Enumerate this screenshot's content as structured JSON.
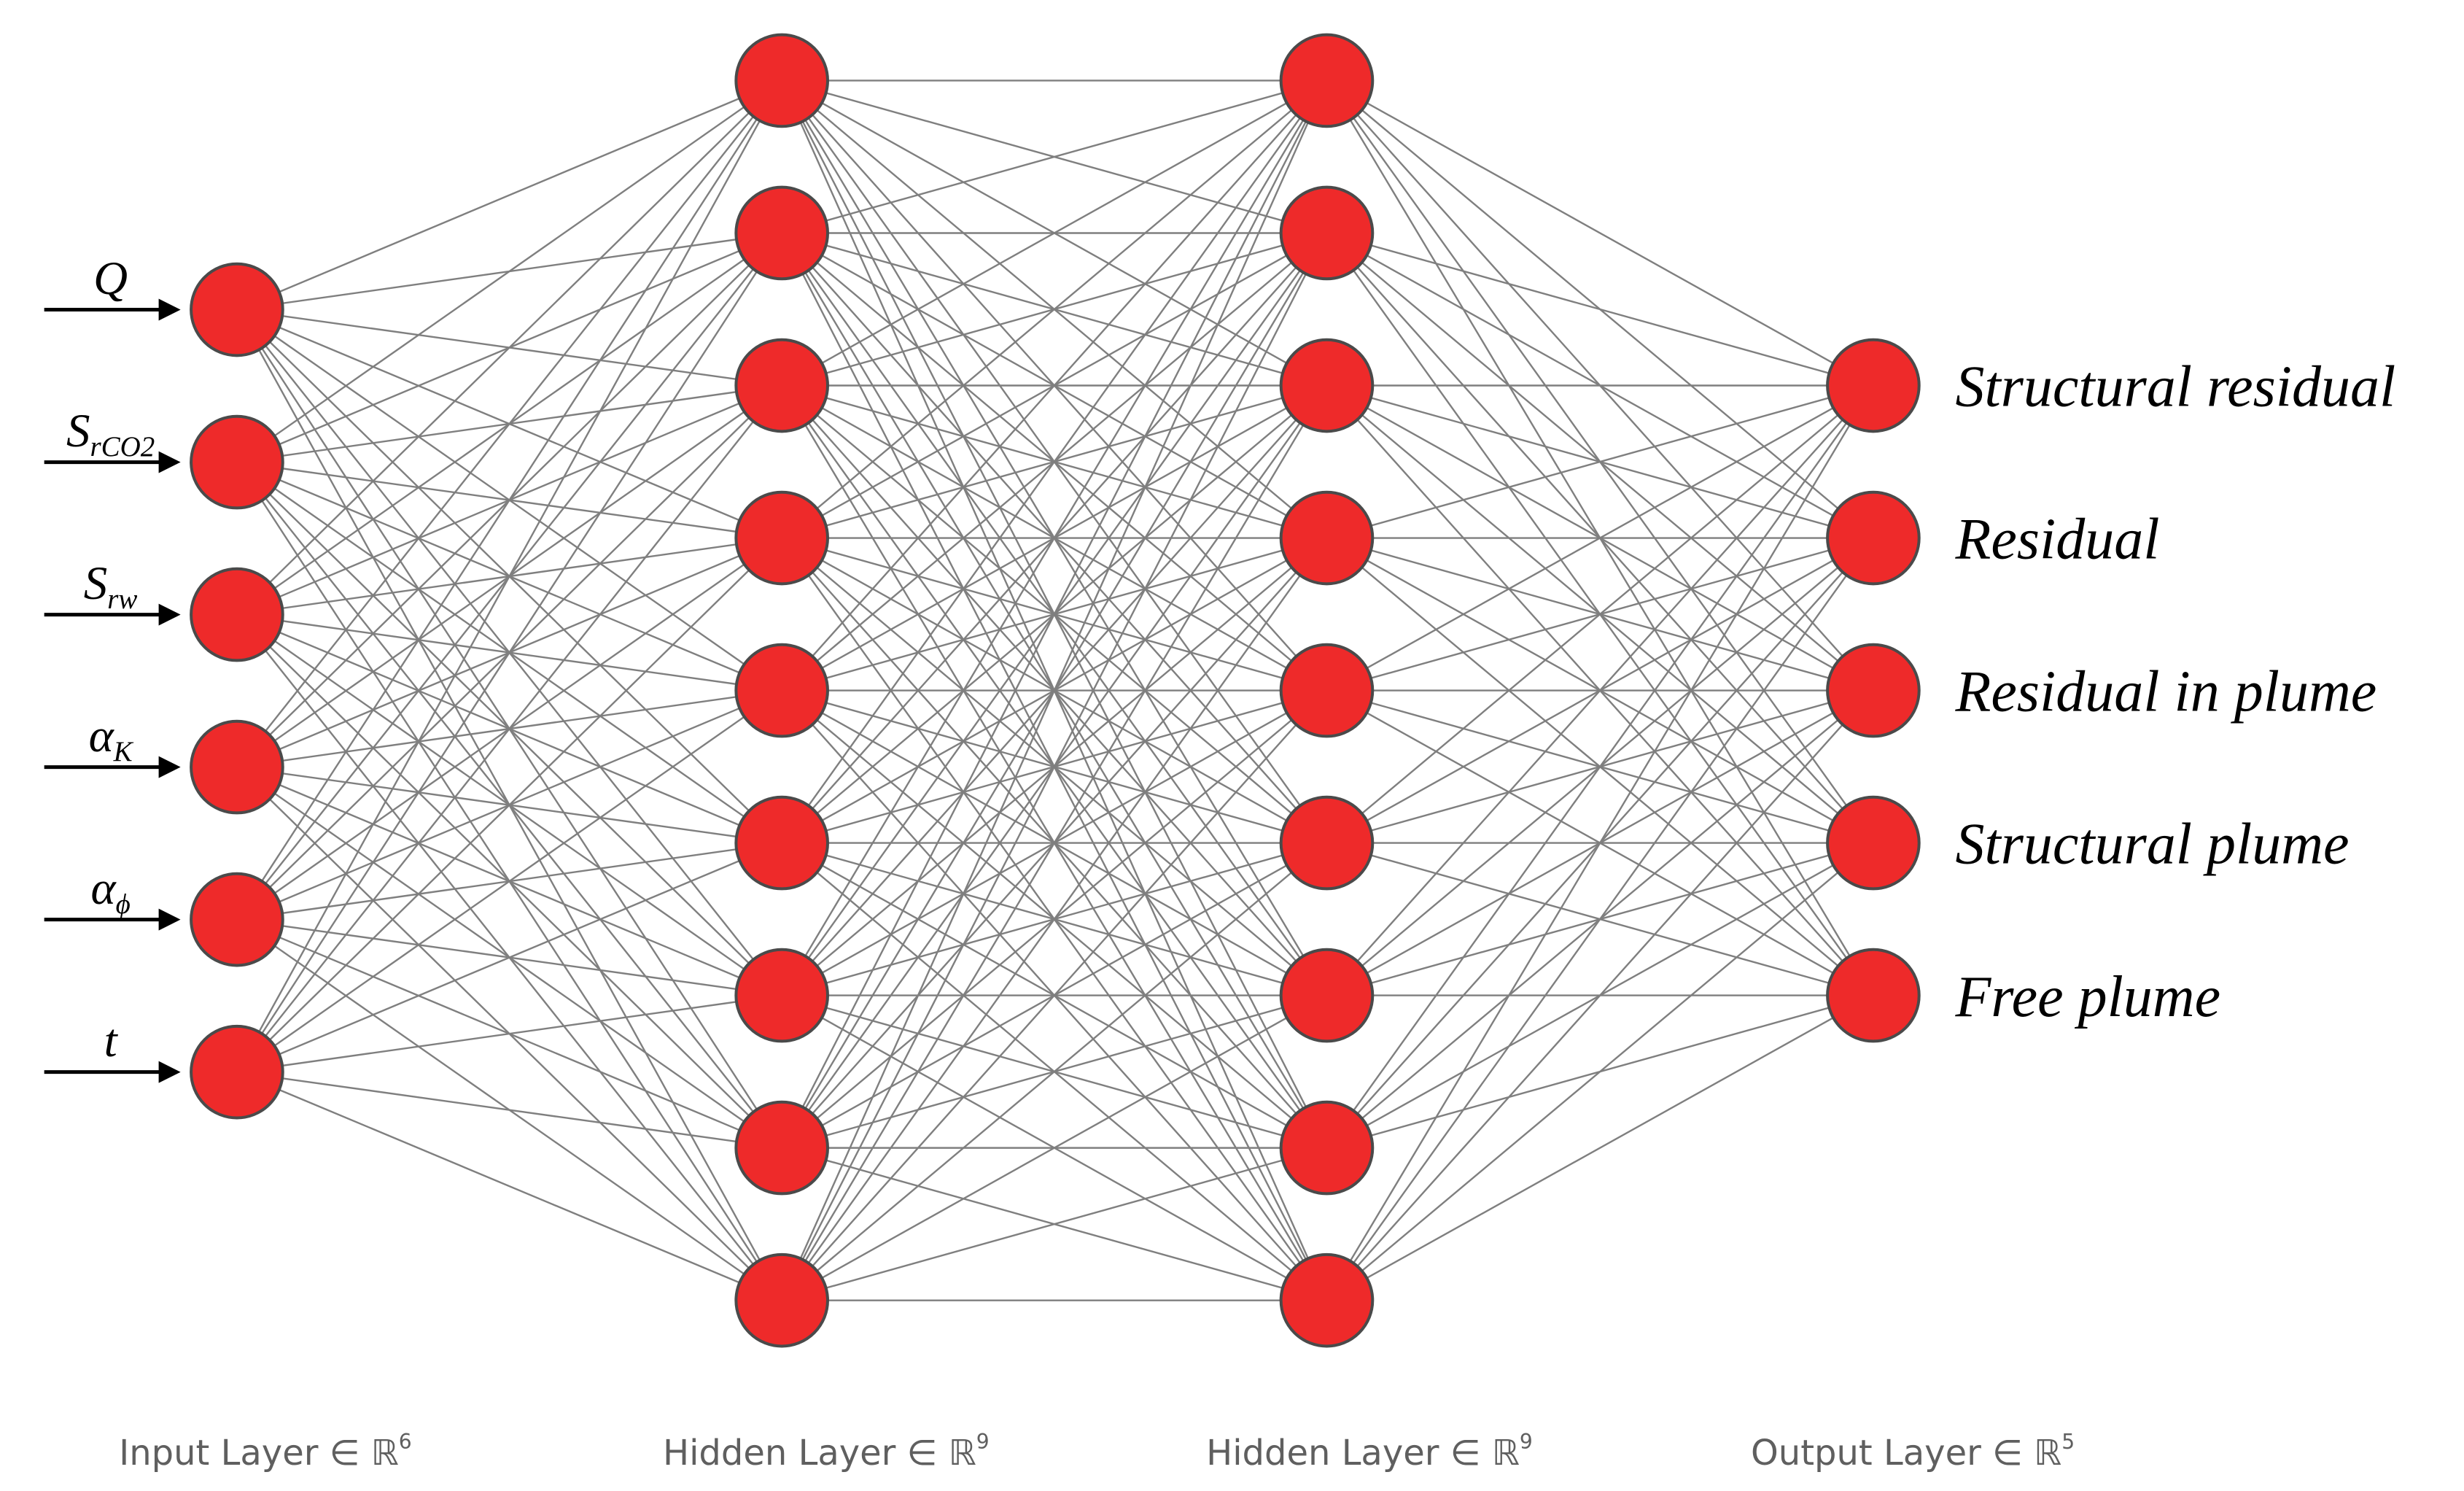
{
  "colors": {
    "node_fill": "#ee2a2a",
    "node_stroke": "#4a4a4a",
    "edge": "#7f7f7f",
    "text": "#000000",
    "layer_label": "#5f5f5f"
  },
  "inputs": [
    {
      "base": "Q",
      "sub": ""
    },
    {
      "base": "S",
      "sub": "rCO2"
    },
    {
      "base": "S",
      "sub": "rw"
    },
    {
      "base": "α",
      "sub": "K"
    },
    {
      "base": "α",
      "sub": "ϕ"
    },
    {
      "base": "t",
      "sub": ""
    }
  ],
  "outputs": [
    "Structural residual",
    "Residual",
    "Residual in plume",
    "Structural plume",
    "Free plume"
  ],
  "layers": [
    {
      "label": "Input Layer ∈ ℝ",
      "sup": "6",
      "size": 6
    },
    {
      "label": "Hidden Layer ∈ ℝ",
      "sup": "9",
      "size": 9
    },
    {
      "label": "Hidden Layer ∈ ℝ",
      "sup": "9",
      "size": 9
    },
    {
      "label": "Output Layer ∈ ℝ",
      "sup": "5",
      "size": 5
    }
  ]
}
